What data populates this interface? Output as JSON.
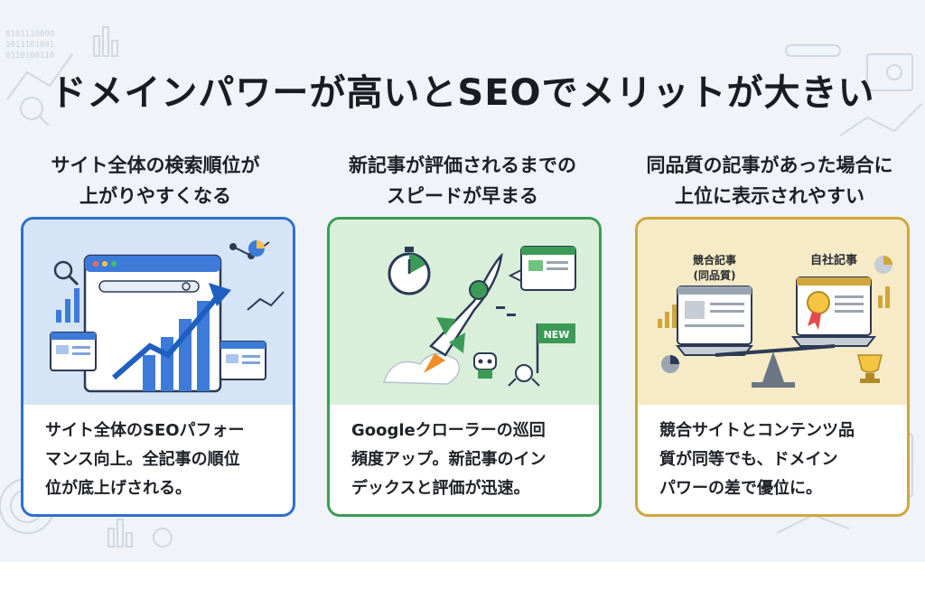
{
  "title": "ドメインパワーが高いとSEOでメリットが大きい",
  "columns": [
    {
      "heading_line1": "サイト全体の検索順位が",
      "heading_line2": "上がりやすくなる",
      "desc_line1": "サイト全体のSEOパフォー",
      "desc_line2": "マンス向上。全記事の順位",
      "desc_line3": "位が底上げされる。"
    },
    {
      "heading_line1": "新記事が評価されるまでの",
      "heading_line2": "スピードが早まる",
      "desc_line1": "Googleクローラーの巡回",
      "desc_line2": "頻度アップ。新記事のイン",
      "desc_line3": "デックスと評価が迅速。",
      "new_badge": "NEW"
    },
    {
      "heading_line1": "同品質の記事があった場合に",
      "heading_line2": "上位に表示されやすい",
      "desc_line1": "競合サイトとコンテンツ品",
      "desc_line2": "質が同等でも、ドメイン",
      "desc_line3": "パワーの差で優位に。",
      "label_competitor_1": "競合記事",
      "label_competitor_2": "(同品質)",
      "label_own": "自社記事"
    }
  ],
  "colors": {
    "blue": "#2f6fc9",
    "green": "#3b9b56",
    "gold": "#cfa63b",
    "background": "#f0f3f7"
  }
}
